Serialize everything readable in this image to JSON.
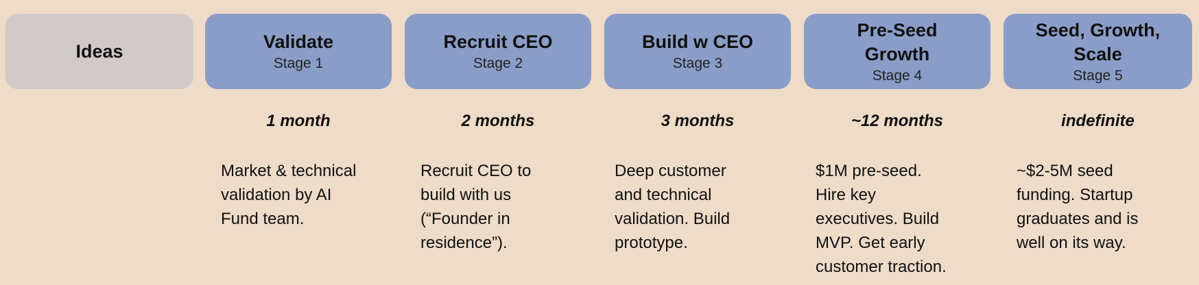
{
  "stages": [
    {
      "title": "Ideas",
      "subtitle": ""
    },
    {
      "title": "Validate",
      "subtitle": "Stage 1"
    },
    {
      "title": "Recruit CEO",
      "subtitle": "Stage 2"
    },
    {
      "title": "Build w CEO",
      "subtitle": "Stage 3"
    },
    {
      "title_lines": [
        "Pre-Seed",
        "Growth"
      ],
      "subtitle": "Stage 4"
    },
    {
      "title_lines": [
        "Seed, Growth,",
        "Scale"
      ],
      "subtitle": "Stage 5"
    }
  ],
  "durations": [
    "1 month",
    "2 months",
    "3 months",
    "~12 months",
    "indefinite"
  ],
  "descriptions": [
    [
      "Market & technical",
      "validation by AI",
      "Fund team."
    ],
    [
      "Recruit CEO to",
      "build with us",
      "(“Founder in",
      "residence”)."
    ],
    [
      "Deep customer",
      "and technical",
      "validation. Build",
      "prototype."
    ],
    [
      "$1M pre-seed.",
      "Hire key",
      "executives. Build",
      "MVP. Get early",
      "customer traction."
    ],
    [
      "~$2-5M seed",
      "funding. Startup",
      "graduates and is",
      "well on its way."
    ]
  ],
  "colors": {
    "background": "#eedbc8",
    "stage_box": "#8a9dc8",
    "ideas_box": "#d2cac8"
  }
}
